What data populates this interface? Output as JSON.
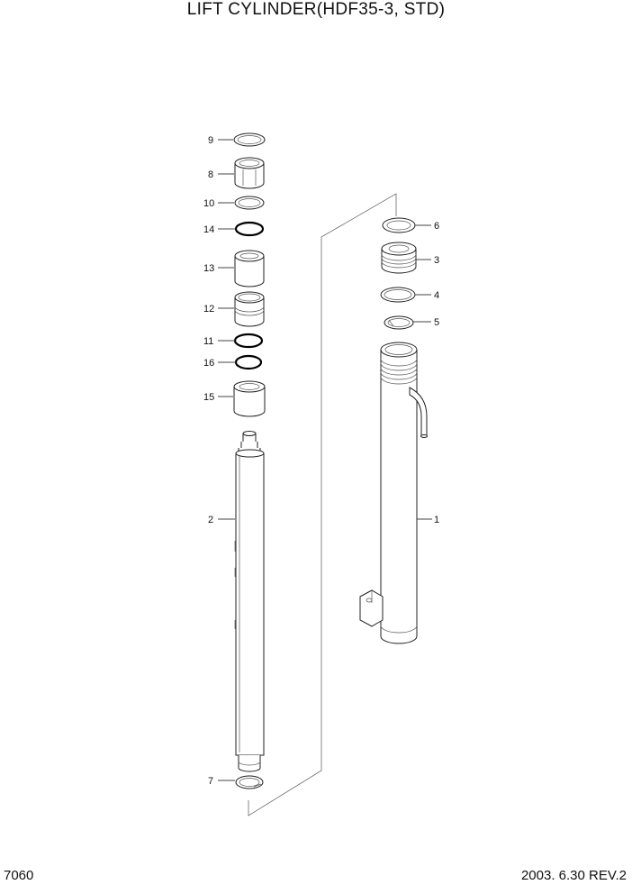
{
  "header": {
    "title": "LIFT CYLINDER(HDF35-3, STD)"
  },
  "footer": {
    "page_number": "7060",
    "revision": "2003. 6.30 REV.2"
  },
  "callouts": {
    "c1": "1",
    "c2": "2",
    "c3": "3",
    "c4": "4",
    "c5": "5",
    "c6": "6",
    "c7": "7",
    "c8": "8",
    "c9": "9",
    "c10": "10",
    "c11": "11",
    "c12": "12",
    "c13": "13",
    "c14": "14",
    "c15": "15",
    "c16": "16"
  }
}
